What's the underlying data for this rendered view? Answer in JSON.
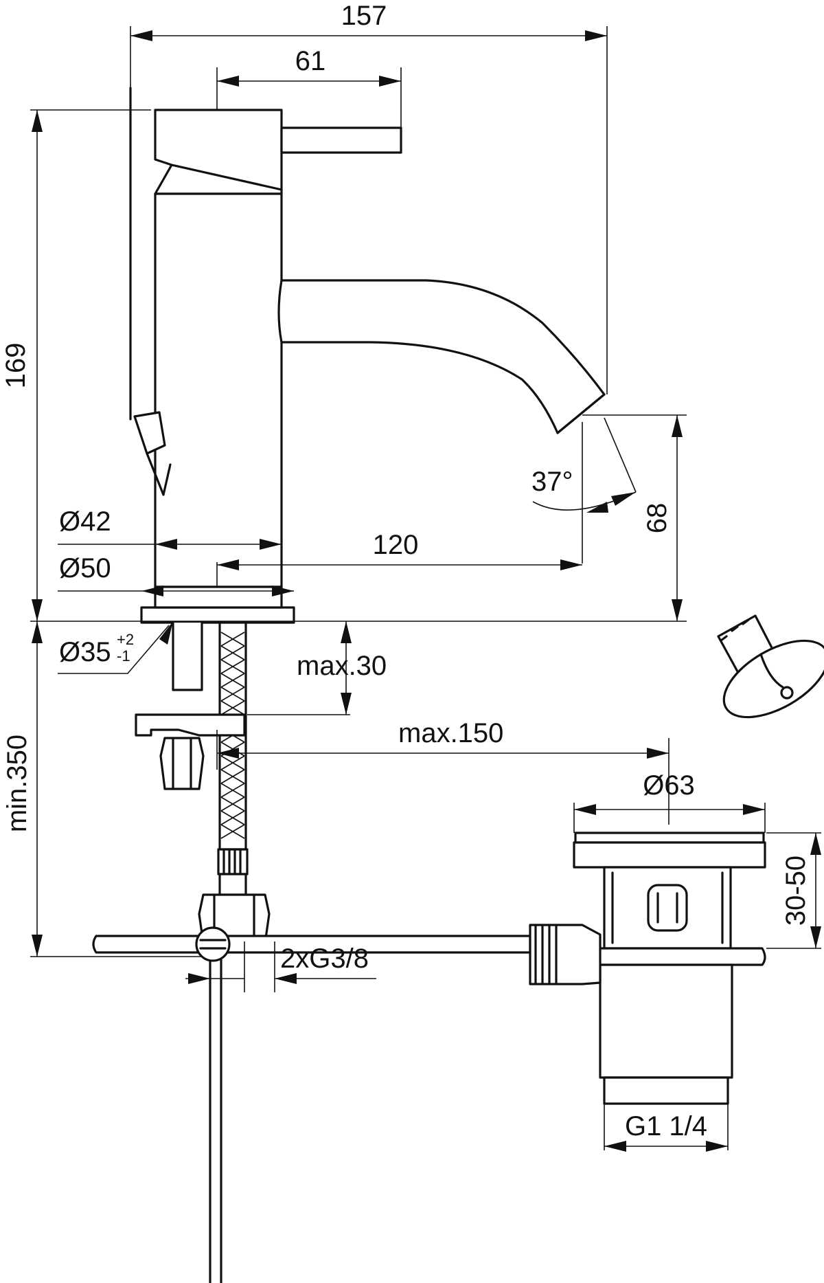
{
  "dimensions": {
    "total_width": "157",
    "lever_length": "61",
    "height": "169",
    "spout_reach": "120",
    "spout_height": "68",
    "angle": "37°",
    "body_diameter": "Ø42",
    "base_diameter": "Ø50",
    "hole_diameter": "Ø35",
    "hole_tol_plus": "+2",
    "hole_tol_minus": "-1",
    "max_deck": "max.30",
    "max_rod": "max.150",
    "min_hose": "min.350",
    "connections": "2xG3/8",
    "waste_diameter": "Ø63",
    "waste_height": "30-50",
    "waste_thread": "G1 1/4"
  }
}
